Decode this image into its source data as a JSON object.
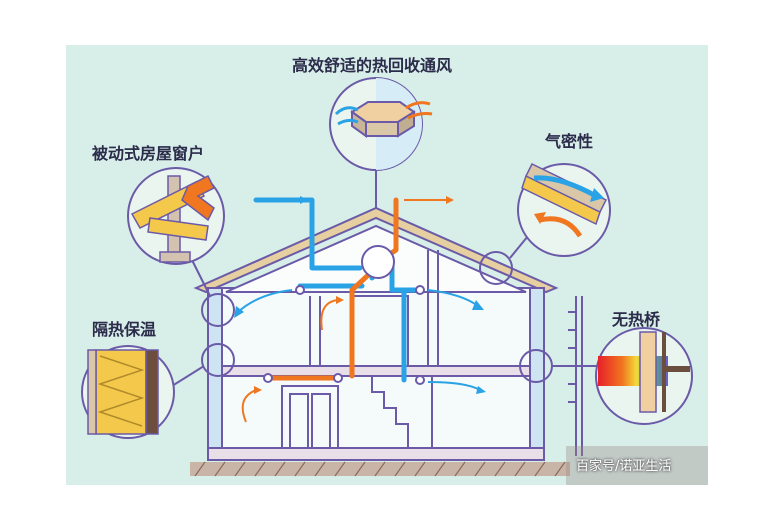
{
  "labels": {
    "heat_recovery": "高效舒适的热回收通风",
    "passive_windows": "被动式房屋窗户",
    "airtightness": "气密性",
    "insulation": "隔热保温",
    "no_thermal_bridge": "无热桥"
  },
  "watermark": "百家号/诺亚生活",
  "colors": {
    "background_panel": "#d8eee9",
    "outline": "#6a5aa8",
    "cold_air": "#2aa2e6",
    "warm_air": "#f0761f",
    "roof_wood": "#e6cfa0",
    "insulation_yellow": "#f4c84a",
    "ground_hatch": "#8a6b5a"
  },
  "icons": [
    "heat-exchanger-icon",
    "window-frame-icon",
    "airtight-seal-icon",
    "insulation-layer-icon",
    "thermal-bridge-icon"
  ]
}
